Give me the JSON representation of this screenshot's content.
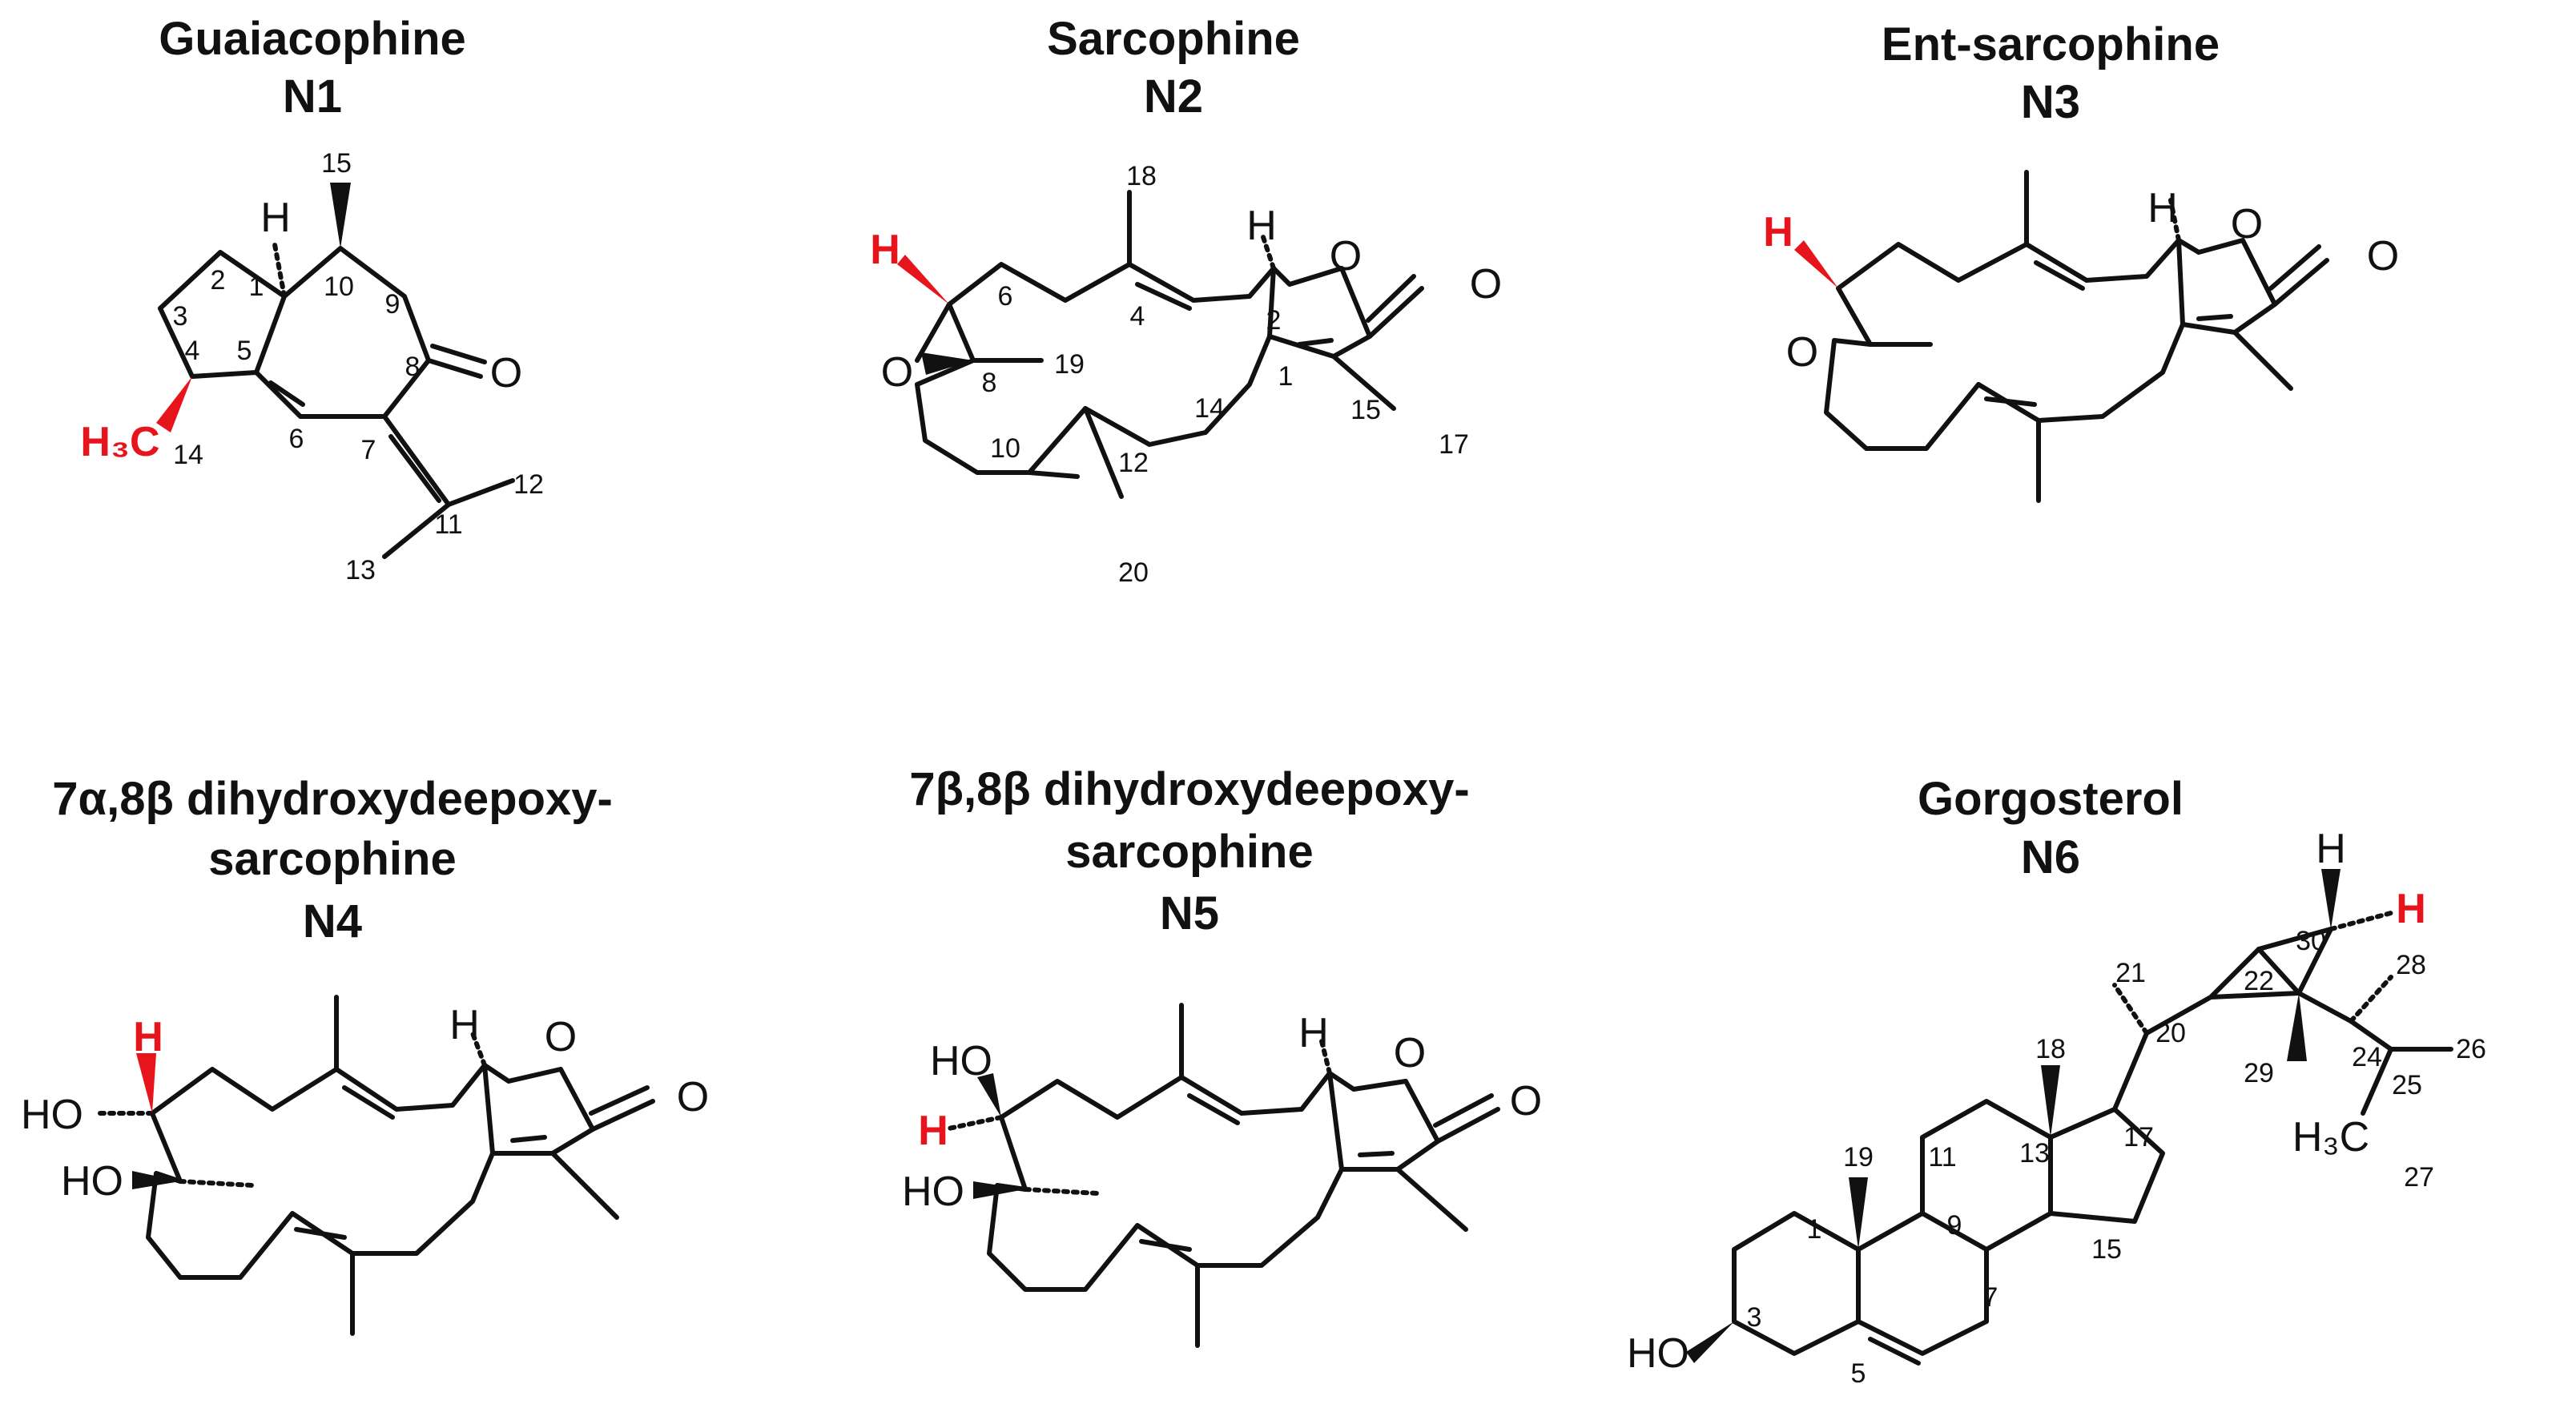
{
  "compounds": [
    {
      "name": "Guaiacophine",
      "code": "N1"
    },
    {
      "name": "Sarcophine",
      "code": "N2"
    },
    {
      "name": "Ent-sarcophine",
      "code": "N3"
    },
    {
      "name_line1": "7α,8β dihydroxydeepoxy-",
      "name_line2": "sarcophine",
      "code": "N4"
    },
    {
      "name_line1": "7β,8β dihydroxydeepoxy-",
      "name_line2": "sarcophine",
      "code": "N5"
    },
    {
      "name": "Gorgosterol",
      "code": "N6"
    }
  ],
  "atoms": {
    "H": "H",
    "O": "O",
    "HO": "HO",
    "H3C": "H₃C",
    "n1_numbers": [
      "15",
      "1",
      "2",
      "3",
      "10",
      "9",
      "8",
      "4",
      "5",
      "6",
      "7",
      "14",
      "11",
      "12",
      "13"
    ],
    "n2_numbers": [
      "18",
      "4",
      "6",
      "2",
      "8",
      "19",
      "14",
      "1",
      "15",
      "10",
      "12",
      "17",
      "20"
    ],
    "n6_numbers": [
      "21",
      "30",
      "28",
      "18",
      "20",
      "22",
      "24",
      "26",
      "19",
      "11",
      "13",
      "17",
      "29",
      "25",
      "1",
      "9",
      "27",
      "3",
      "15",
      "7",
      "5"
    ]
  },
  "colors": {
    "highlight": "#e8141c",
    "ink": "#111111"
  }
}
